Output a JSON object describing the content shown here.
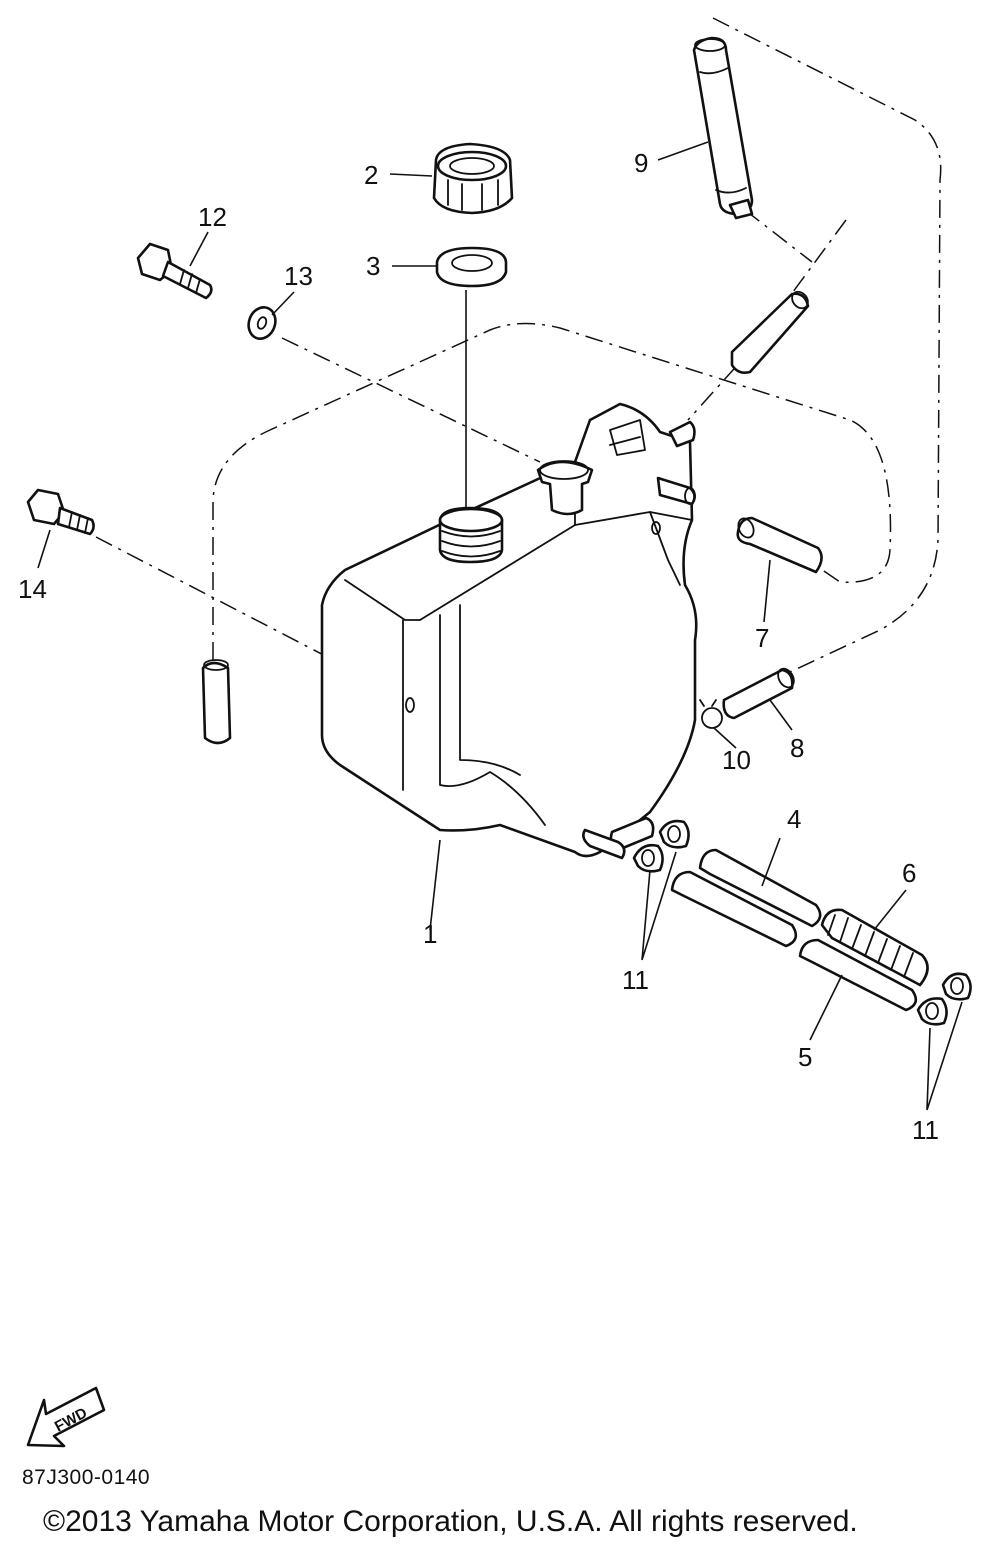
{
  "diagram": {
    "fwd_label": "FWD",
    "callouts": {
      "c1": "1",
      "c2": "2",
      "c3": "3",
      "c4": "4",
      "c5": "5",
      "c6": "6",
      "c7": "7",
      "c8": "8",
      "c9": "9",
      "c10": "10",
      "c11a": "11",
      "c11b": "11",
      "c12": "12",
      "c13": "13",
      "c14": "14"
    }
  },
  "footer": {
    "diagram_code": "87J300-0140",
    "copyright": "©2013 Yamaha Motor Corporation, U.S.A. All rights reserved."
  }
}
